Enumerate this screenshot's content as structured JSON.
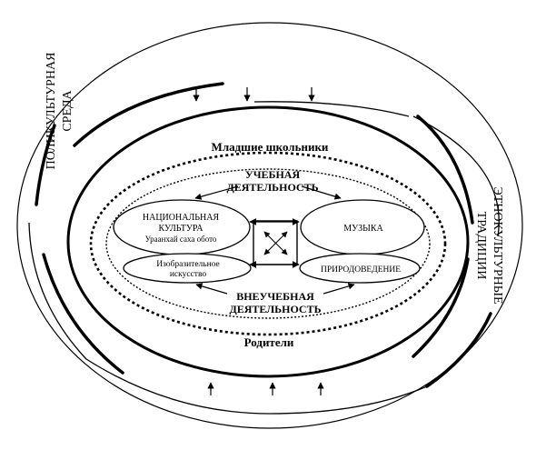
{
  "left_label": {
    "line1": "ПОЛИКУЛЬТУРНАЯ",
    "line2": "СРЕДА"
  },
  "right_label": {
    "line1": "ЭТНОКУЛЬТУРНЫЕ",
    "line2": "ТРАДИЦИИ"
  },
  "schoolchildren": "Младшие школьники",
  "parents": "Родители",
  "learning": {
    "line1": "УЧЕБНАЯ",
    "line2": "ДЕЯТЕЛЬНОСТЬ"
  },
  "extracurricular": {
    "line1": "ВНЕУЧЕБНАЯ",
    "line2": "ДЕЯТЕЛЬНОСТЬ"
  },
  "national_culture": {
    "line1": "НАЦИОНАЛЬНАЯ",
    "line2": "КУЛЬТУРА",
    "line3": "Ураанхай саха обото"
  },
  "music": "МУЗЫКА",
  "fine_art": {
    "line1": "Изобразительное",
    "line2": "искусство"
  },
  "nature_study": "ПРИРОДОВЕДЕНИЕ"
}
